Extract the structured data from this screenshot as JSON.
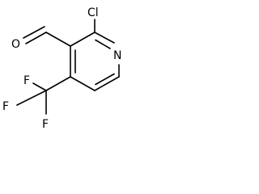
{
  "molecule": {
    "atoms": {
      "chlorine": "Cl",
      "oxygen": "O",
      "nitrogen": "N",
      "fluorine_top": "F",
      "fluorine_left": "F",
      "fluorine_bottom": "F"
    }
  },
  "colors": {
    "bond": "#000000",
    "label": "#000000",
    "background": "#ffffff"
  }
}
